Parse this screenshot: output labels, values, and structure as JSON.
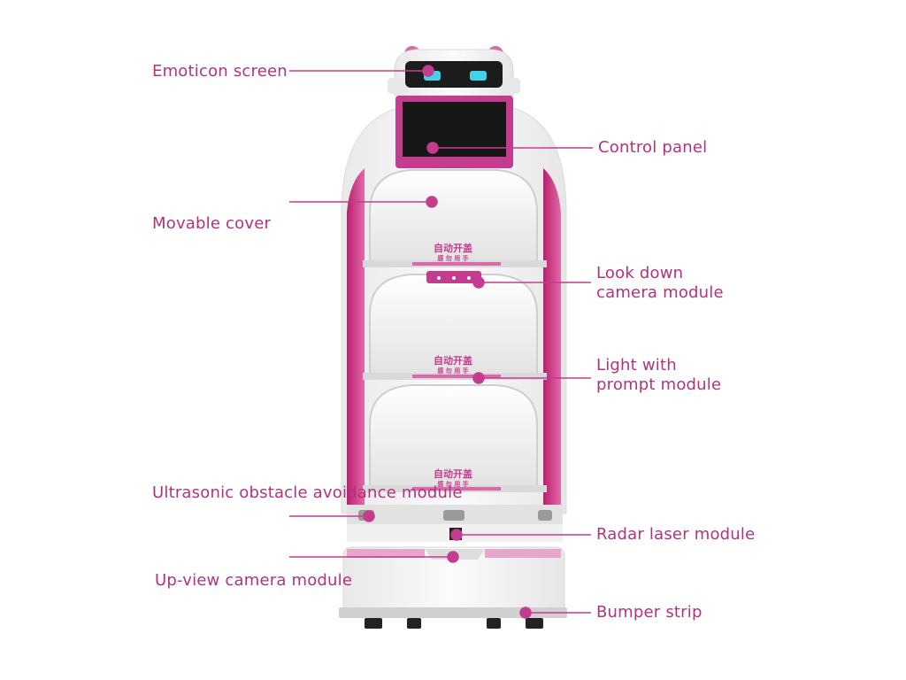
{
  "colors": {
    "accent": "#c43c8f",
    "label": "#b0337f",
    "body_white": "#f4f4f4",
    "screen": "#1c1c1c",
    "eye": "#43d2e8"
  },
  "callouts": [
    {
      "key": "emoticon",
      "lines": [
        "Emoticon screen"
      ]
    },
    {
      "key": "control",
      "lines": [
        "Control panel"
      ]
    },
    {
      "key": "cover",
      "lines": [
        "Movable cover"
      ]
    },
    {
      "key": "lookdown",
      "lines": [
        "Look down",
        "camera module"
      ]
    },
    {
      "key": "light",
      "lines": [
        "Light with",
        "prompt module"
      ]
    },
    {
      "key": "ultrasonic",
      "lines": [
        "Ultrasonic obstacle avoidance module"
      ]
    },
    {
      "key": "radar",
      "lines": [
        "Radar laser module"
      ]
    },
    {
      "key": "upview",
      "lines": [
        "Up-view camera module"
      ]
    },
    {
      "key": "bumper",
      "lines": [
        "Bumper strip"
      ]
    }
  ],
  "tray_text": {
    "main": "自动开盖",
    "sub": "感 勿 用 手"
  }
}
